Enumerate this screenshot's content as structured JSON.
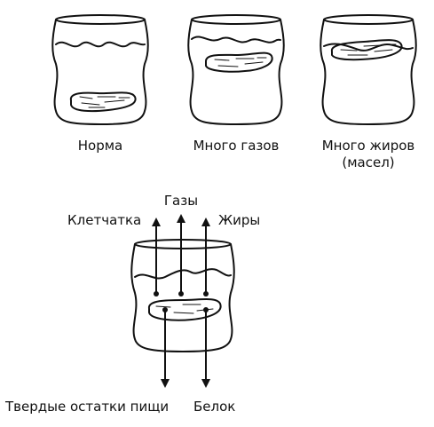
{
  "jars": [
    {
      "label": "Норма"
    },
    {
      "label": "Много газов"
    },
    {
      "label": "Много жиров",
      "sublabel": "(масел)"
    }
  ],
  "bottom_diagram": {
    "top_labels": {
      "fiber": "Клетчатка",
      "gases": "Газы",
      "fats": "Жиры"
    },
    "bottom_labels": {
      "solids": "Твердые остатки пищи",
      "protein": "Белок"
    }
  },
  "colors": {
    "stroke": "#111111",
    "background": "#ffffff"
  }
}
